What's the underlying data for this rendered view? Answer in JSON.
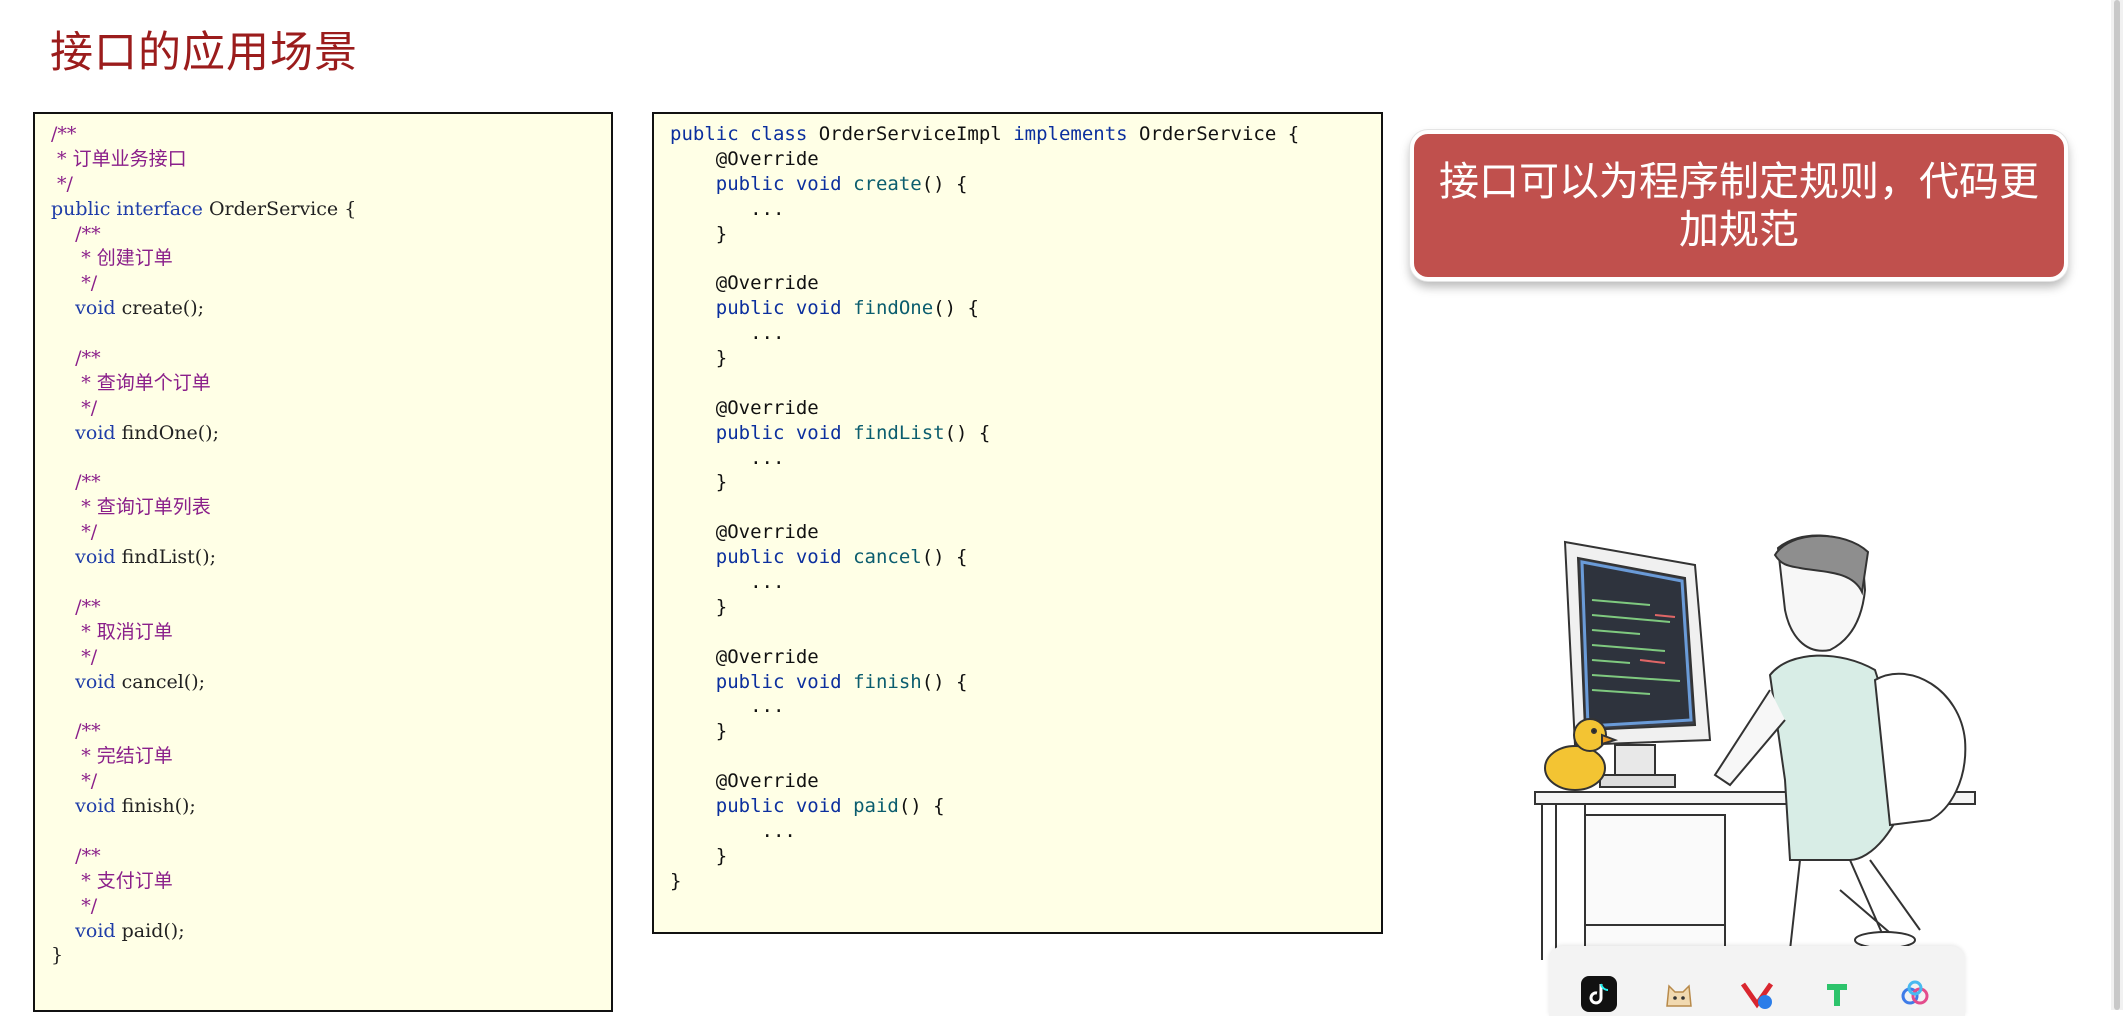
{
  "title": "接口的应用场景",
  "interface_code": {
    "c1": "/**",
    "c2": " * 订单业务接口",
    "c3": " */",
    "decl_kw": "public interface",
    "decl_name": " OrderService ",
    "decl_brace": "{",
    "close_brace": "}",
    "methods": [
      {
        "open": "/**",
        "doc": " * 创建订单",
        "close": " */",
        "ret": "void",
        "sig": " create();"
      },
      {
        "open": "/**",
        "doc": " * 查询单个订单",
        "close": " */",
        "ret": "void",
        "sig": " findOne();"
      },
      {
        "open": "/**",
        "doc": " * 查询订单列表",
        "close": " */",
        "ret": "void",
        "sig": " findList();"
      },
      {
        "open": "/**",
        "doc": " * 取消订单",
        "close": " */",
        "ret": "void",
        "sig": " cancel();"
      },
      {
        "open": "/**",
        "doc": " * 完结订单",
        "close": " */",
        "ret": "void",
        "sig": " finish();"
      },
      {
        "open": "/**",
        "doc": " * 支付订单",
        "close": " */",
        "ret": "void",
        "sig": " paid();"
      }
    ]
  },
  "impl_code": {
    "kw_public_class": "public class",
    "class_name": " OrderServiceImpl ",
    "kw_implements": "implements",
    "iface_name": " OrderService {",
    "annotation": "@Override",
    "kw_public_void": "public void",
    "body": "...",
    "close": "}",
    "methods": [
      {
        "name": "create",
        "rest": "() {"
      },
      {
        "name": "findOne",
        "rest": "() {"
      },
      {
        "name": "findList",
        "rest": "() {"
      },
      {
        "name": "cancel",
        "rest": "() {"
      },
      {
        "name": "finish",
        "rest": "() {"
      },
      {
        "name": "paid",
        "rest": "() {"
      }
    ],
    "class_close": "}"
  },
  "callout": "接口可以为程序制定规则，代码更加规范",
  "illustration": "programmer-at-computer-illustration",
  "taskbar": {
    "icons": [
      "tiktok-icon",
      "cat-app-icon",
      "vs-code-icon",
      "t-app-icon",
      "cloud-app-icon"
    ]
  },
  "colors": {
    "title": "#9b1c1c",
    "code_bg": "#ffffe6",
    "comment": "#8a1f8a",
    "keyword": "#1f3da8",
    "annotation": "#8c7a12",
    "method": "#0b5d6e",
    "callout_bg": "#c0504d"
  }
}
